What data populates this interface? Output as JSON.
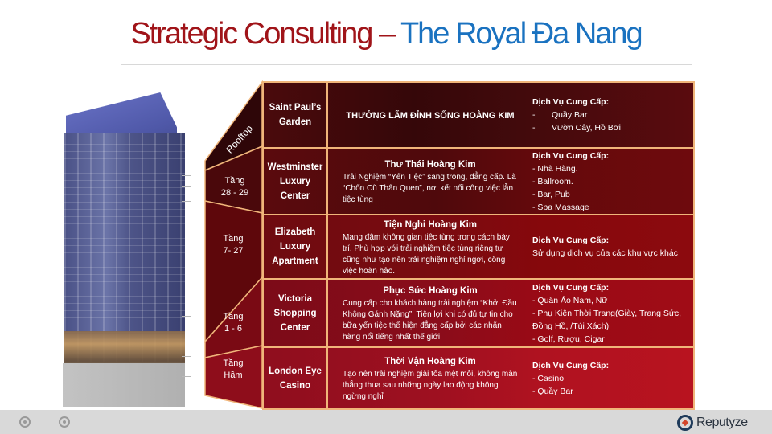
{
  "header": {
    "title_part1": "Strategic Consulting",
    "title_dash": " – ",
    "title_part2": "The Royal Đa Nang",
    "colors": {
      "part1": "#a01419",
      "part2": "#1a72c0"
    }
  },
  "floors": [
    {
      "label": "Rooftop"
    },
    {
      "label_line1": "Tầng",
      "label_line2": "28 - 29"
    },
    {
      "label_line1": "Tầng",
      "label_line2": "7- 27"
    },
    {
      "label_line1": "Tầng",
      "label_line2": "1 - 6"
    },
    {
      "label_line1": "Tầng",
      "label_line2": "Hầm"
    }
  ],
  "rows": [
    {
      "name": "Saint Paul’s Garden",
      "heading": "THƯỞNG LÃM ĐỈNH SỐNG HOÀNG KIM",
      "description": "",
      "services_title": "Dịch Vụ Cung Cấp:",
      "services": [
        "Quầy Bar",
        "Vườn Cây, Hồ Bơi"
      ]
    },
    {
      "name": "Westminster Luxury Center",
      "heading": "Thư Thái Hoàng Kim",
      "description": "Trải Nghiệm “Yến Tiệc” sang trọng, đẳng cấp. Là “Chốn Cũ Thân Quen”, nơi kết nối công việc lẫn tiệc tùng",
      "services_title": "Dịch Vụ Cung Cấp:",
      "services": [
        "- Nhà Hàng.",
        "- Ballroom.",
        "- Bar, Pub",
        "- Spa Massage"
      ]
    },
    {
      "name": "Elizabeth Luxury Apartment",
      "heading": "Tiện Nghi Hoàng Kim",
      "description": "Mang đậm không gian tiệc tùng trong cách bày trí. Phù hợp với trải nghiệm tiệc tùng riêng tư cũng như tạo nên trải nghiệm nghỉ ngơi, công việc hoàn hảo.",
      "services_title": "Dịch Vụ Cung Cấp:",
      "services": [
        "Sử dụng dịch vụ của các khu vực khác"
      ]
    },
    {
      "name": "Victoria Shopping Center",
      "heading": "Phục Sức Hoàng Kim",
      "description": "Cung cấp cho khách hàng trải nghiệm “Khởi Đầu Không Gánh Nặng”. Tiện lợi khi có đủ tự tin cho bữa yến tiệc thể hiện đẳng cấp bởi các nhãn hàng nổi tiếng nhất thế giới.",
      "services_title": "Dịch Vụ Cung Cấp:",
      "services": [
        "- Quần Áo Nam, Nữ",
        "- Phụ Kiện Thời Trang(Giày, Trang Sức, Đồng Hồ, /Túi Xách)",
        "- Golf, Rượu, Cigar"
      ]
    },
    {
      "name": "London Eye Casino",
      "heading": "Thời Vận Hoàng Kim",
      "description": "Tạo nên trải nghiệm giải tỏa mệt mỏi, không màn thắng thua sau những ngày lao động không ngừng nghỉ",
      "services_title": "Dịch Vụ Cung Cấp:",
      "services": [
        "- Casino",
        "- Quầy Bar"
      ]
    }
  ],
  "footer": {
    "brand": "Reputyze",
    "nav_icons": [
      "prev-slide-icon",
      "next-slide-icon"
    ],
    "brand_color": "#2b3440"
  }
}
